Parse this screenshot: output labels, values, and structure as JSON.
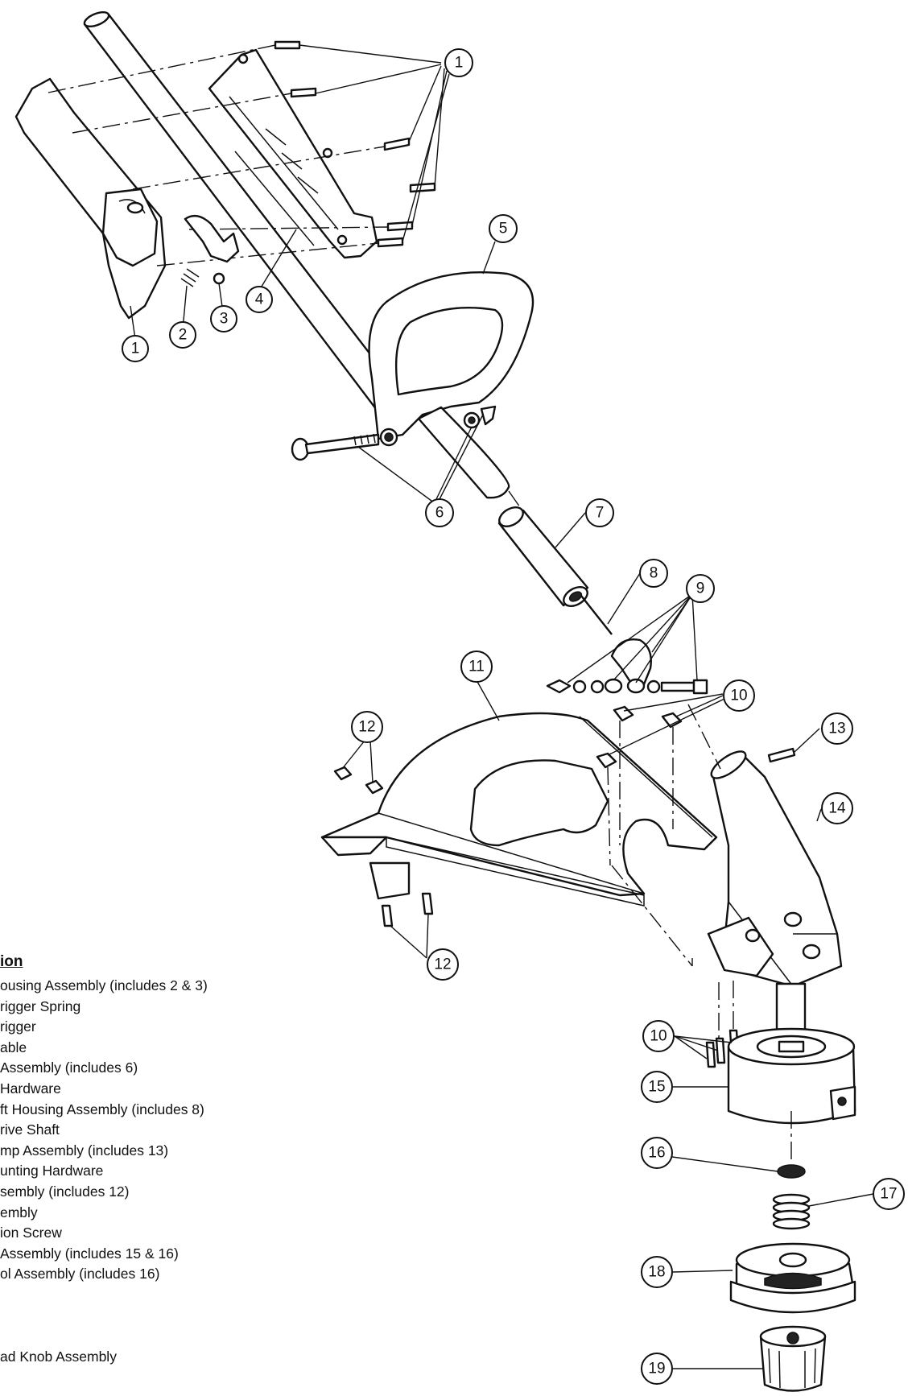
{
  "legend": {
    "title": "ion",
    "rows": [
      "ousing Assembly (includes 2 & 3)",
      "rigger Spring",
      "rigger",
      "able",
      " Assembly (includes 6)",
      " Hardware",
      "ft Housing Assembly (includes 8)",
      "rive Shaft",
      "mp Assembly (includes 13)",
      "unting Hardware",
      "sembly (includes 12)",
      "embly",
      "ion Screw",
      "Assembly (includes 15 & 16)",
      "ol Assembly (includes 16)",
      "",
      "",
      "",
      "ad Knob Assembly"
    ]
  },
  "callouts": {
    "c1a": "1",
    "c1b": "1",
    "c2": "2",
    "c3": "3",
    "c4": "4",
    "c5": "5",
    "c6": "6",
    "c7": "7",
    "c8": "8",
    "c9": "9",
    "c10a": "10",
    "c10b": "10",
    "c11": "11",
    "c12a": "12",
    "c12b": "12",
    "c13": "13",
    "c14": "14",
    "c15": "15",
    "c16": "16",
    "c17": "17",
    "c18": "18",
    "c19": "19"
  }
}
